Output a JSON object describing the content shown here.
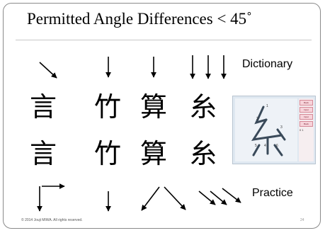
{
  "slide": {
    "title": "Permitted Angle Differences < 45˚",
    "label_dictionary": "Dictionary",
    "label_practice": "Practice",
    "footer_copyright": "© 2014 Jouji MIWA. All rights reserved.",
    "footer_page": "24"
  },
  "kanji": {
    "dictionary_row": [
      "言",
      "竹",
      "算",
      "糸"
    ],
    "practice_row": [
      "言",
      "竹",
      "算",
      "糸"
    ]
  },
  "app_screenshot": {
    "buttons": [
      "Back",
      "Input",
      "Input",
      "Back"
    ],
    "value_text": "0 1",
    "stroke_numbers": [
      "1",
      "2",
      "3",
      "4",
      "5",
      "6"
    ],
    "accent_color": "#d58a98"
  },
  "colors": {
    "frame": "#8a8a8a",
    "text": "#000000",
    "arrow": "#000000"
  }
}
